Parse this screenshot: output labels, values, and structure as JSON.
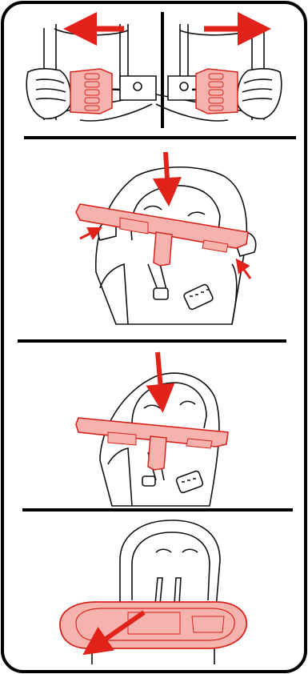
{
  "instruction_sheet": {
    "panels": [
      {
        "id": "step-1",
        "description_visible": false
      },
      {
        "id": "step-2",
        "description_visible": false
      },
      {
        "id": "step-3",
        "description_visible": false
      },
      {
        "id": "step-4",
        "description_visible": false
      }
    ]
  },
  "colors": {
    "frame": "#000000",
    "tray_fill": "#f6b3ad",
    "tray_stroke": "#d8231c",
    "arrow": "#e0221b",
    "line_art": "#111111",
    "seat_fill": "#ffffff"
  },
  "icons": {
    "arrow_left": "arrow-left-icon",
    "arrow_right": "arrow-right-icon",
    "arrow_down": "arrow-down-icon",
    "arrow_diagonal": "arrow-out-icon"
  }
}
